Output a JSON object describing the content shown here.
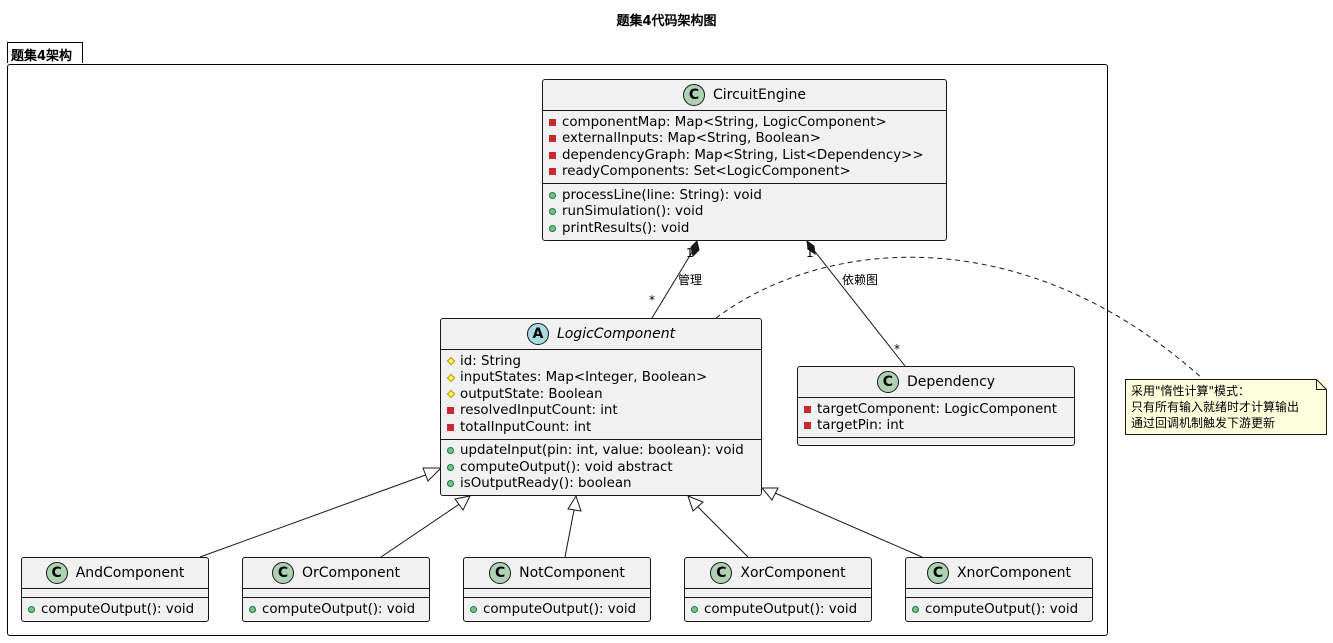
{
  "title": "题集4代码架构图",
  "package": {
    "name": "题集4架构"
  },
  "classes": {
    "engine": {
      "name": "CircuitEngine",
      "fields": [
        {
          "vis": "private",
          "text": "componentMap: Map<String, LogicComponent>"
        },
        {
          "vis": "private",
          "text": "externalInputs: Map<String, Boolean>"
        },
        {
          "vis": "private",
          "text": "dependencyGraph: Map<String, List<Dependency>>"
        },
        {
          "vis": "private",
          "text": "readyComponents: Set<LogicComponent>"
        }
      ],
      "methods": [
        {
          "vis": "public",
          "text": "processLine(line: String): void"
        },
        {
          "vis": "public",
          "text": "runSimulation(): void"
        },
        {
          "vis": "public",
          "text": "printResults(): void"
        }
      ]
    },
    "logic": {
      "name": "LogicComponent",
      "stereotype": "A",
      "fields": [
        {
          "vis": "protected",
          "text": "id: String"
        },
        {
          "vis": "protected",
          "text": "inputStates: Map<Integer, Boolean>"
        },
        {
          "vis": "protected",
          "text": "outputState: Boolean"
        },
        {
          "vis": "private",
          "text": "resolvedInputCount: int"
        },
        {
          "vis": "private",
          "text": "totalInputCount: int"
        }
      ],
      "methods": [
        {
          "vis": "public",
          "text": "updateInput(pin: int, value: boolean): void"
        },
        {
          "vis": "public",
          "text": "computeOutput(): void abstract"
        },
        {
          "vis": "public",
          "text": "isOutputReady(): boolean"
        }
      ]
    },
    "dependency": {
      "name": "Dependency",
      "fields": [
        {
          "vis": "private",
          "text": "targetComponent: LogicComponent"
        },
        {
          "vis": "private",
          "text": "targetPin: int"
        }
      ],
      "methods": []
    },
    "and": {
      "name": "AndComponent",
      "methods": [
        {
          "vis": "public",
          "text": "computeOutput(): void"
        }
      ]
    },
    "or": {
      "name": "OrComponent",
      "methods": [
        {
          "vis": "public",
          "text": "computeOutput(): void"
        }
      ]
    },
    "not": {
      "name": "NotComponent",
      "methods": [
        {
          "vis": "public",
          "text": "computeOutput(): void"
        }
      ]
    },
    "xor": {
      "name": "XorComponent",
      "methods": [
        {
          "vis": "public",
          "text": "computeOutput(): void"
        }
      ]
    },
    "xnor": {
      "name": "XnorComponent",
      "methods": [
        {
          "vis": "public",
          "text": "computeOutput(): void"
        }
      ]
    }
  },
  "class_badge": "C",
  "relations": {
    "manage": {
      "label": "管理",
      "source_mult": "1",
      "target_mult": "*"
    },
    "depgraph": {
      "label": "依赖图",
      "source_mult": "1",
      "target_mult": "*"
    }
  },
  "note": {
    "lines": [
      "采用\"惰性计算\"模式：",
      "只有所有输入就绪时才计算输出",
      "通过回调机制触发下游更新"
    ]
  }
}
